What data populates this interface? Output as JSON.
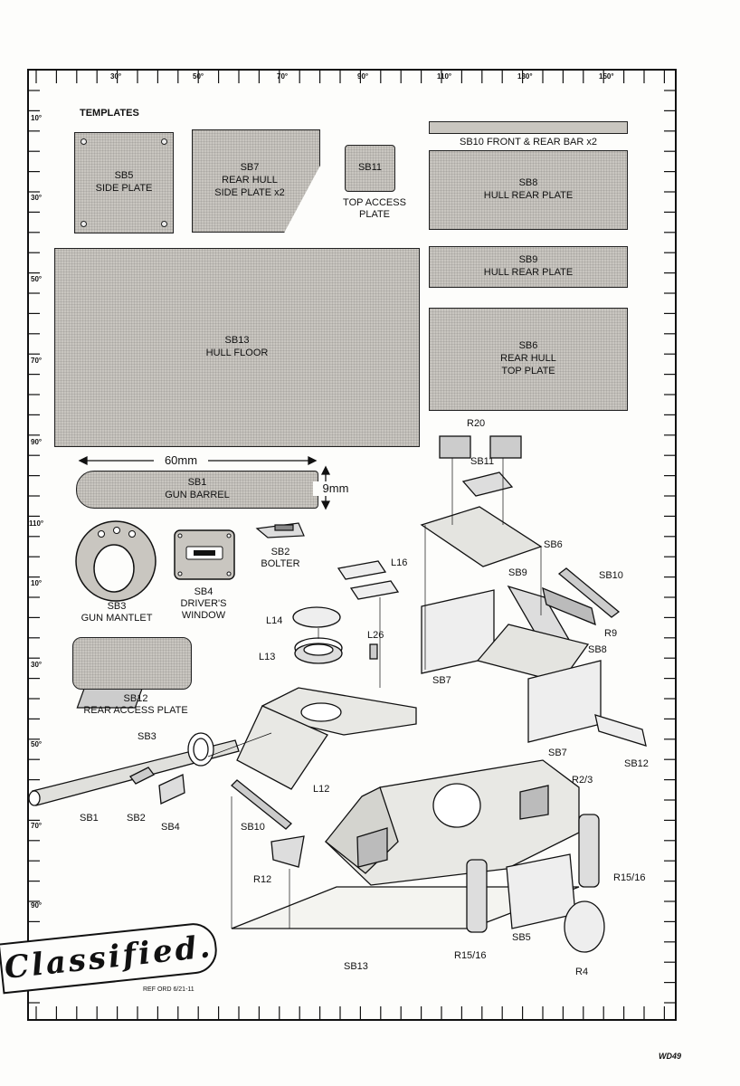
{
  "heading": "TEMPLATES",
  "ruler_top": [
    "30°",
    "50°",
    "70°",
    "90°",
    "110°",
    "130°",
    "150°"
  ],
  "ruler_left": [
    "10°",
    "30°",
    "50°",
    "70°",
    "90°",
    "110°",
    "10°",
    "30°",
    "50°",
    "70°",
    "90°"
  ],
  "templates": {
    "sb5": "SB5\nSIDE PLATE",
    "sb7": "SB7\nREAR HULL\nSIDE PLATE x2",
    "sb11": "SB11",
    "sb11_caption": "TOP ACCESS\nPLATE",
    "sb10": "SB10 FRONT & REAR BAR x2",
    "sb8": "SB8\nHULL REAR PLATE",
    "sb9": "SB9\nHULL REAR PLATE",
    "sb6": "SB6\nREAR HULL\nTOP PLATE",
    "sb13": "SB13\nHULL FLOOR",
    "sb1": "SB1\nGUN BARREL",
    "sb12_caption": "SB12\nREAR ACCESS PLATE"
  },
  "dimensions": {
    "width": "60mm",
    "height": "9mm"
  },
  "parts": {
    "sb3": "SB3\nGUN MANTLET",
    "sb4": "SB4\nDRIVER'S\nWINDOW",
    "sb2": "SB2\nBOLTER"
  },
  "callouts": {
    "r20": "R20",
    "sb11": "SB11",
    "sb6": "SB6",
    "l16": "L16",
    "sb9": "SB9",
    "sb10": "SB10",
    "l14": "L14",
    "l26": "L26",
    "r9": "R9",
    "l13": "L13",
    "sb8": "SB8",
    "sb7a": "SB7",
    "sb3": "SB3",
    "sb7b": "SB7",
    "sb12": "SB12",
    "l12": "L12",
    "r23": "R2/3",
    "sb1": "SB1",
    "sb2": "SB2",
    "sb4": "SB4",
    "sb10b": "SB10",
    "r12": "R12",
    "r1516a": "R15/16",
    "sb5": "SB5",
    "r1516b": "R15/16",
    "r4": "R4",
    "sb13": "SB13"
  },
  "stamp": "Classified.",
  "ref": "REF ORD 6/21-11",
  "page": "WD49"
}
